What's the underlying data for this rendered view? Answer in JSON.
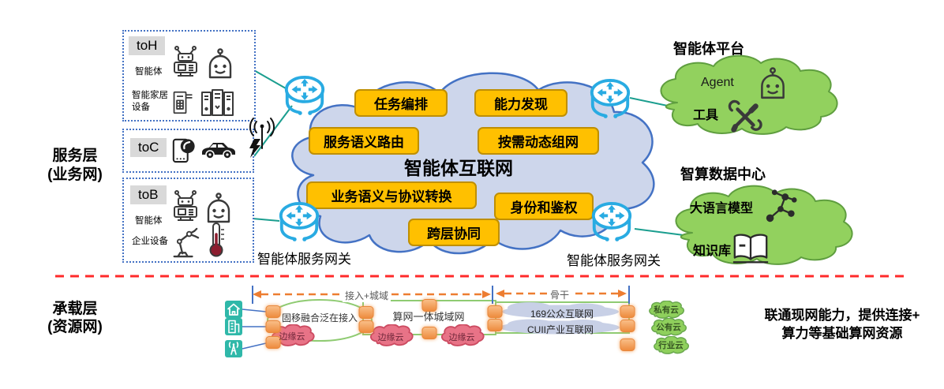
{
  "layers": {
    "service": {
      "title": "服务层",
      "subtitle": "(业务网)"
    },
    "bearer": {
      "title": "承载层",
      "subtitle": "(资源网)"
    }
  },
  "client_groups": [
    {
      "tag": "toH",
      "rows": [
        {
          "label": "智能体",
          "icons": [
            "mech-robot-icon",
            "robot-icon"
          ]
        },
        {
          "label": "智能家居设备",
          "icons": [
            "printer-icon",
            "server-icon"
          ]
        }
      ]
    },
    {
      "tag": "toC",
      "rows": [
        {
          "label": "",
          "icons": [
            "phone-chat-icon",
            "car-icon"
          ]
        }
      ]
    },
    {
      "tag": "toB",
      "rows": [
        {
          "label": "智能体",
          "icons": [
            "mech-robot-icon",
            "robot-icon"
          ]
        },
        {
          "label": "企业设备",
          "icons": [
            "robot-arm-icon",
            "thermometer-icon"
          ]
        }
      ]
    }
  ],
  "core_cloud": {
    "title": "智能体互联网",
    "capabilities": [
      "任务编排",
      "能力发现",
      "服务语义路由",
      "按需动态组网",
      "业务语义与协议转换",
      "身份和鉴权",
      "跨层协同"
    ]
  },
  "gateway_label": "智能体服务网关",
  "agent_platform": {
    "title": "智能体平台",
    "items": [
      {
        "label": "Agent",
        "icon": "robot-icon"
      },
      {
        "label": "工具",
        "icon": "tools-icon"
      }
    ]
  },
  "ai_datacenter": {
    "title": "智算数据中心",
    "items": [
      {
        "label": "大语言模型",
        "icon": "molecule-icon"
      },
      {
        "label": "知识库",
        "icon": "book-icon"
      }
    ]
  },
  "bearer_network": {
    "access_device_icons": [
      "home-icon",
      "building-icon",
      "tower-icon"
    ],
    "span_labels": [
      "接入+城域",
      "骨干"
    ],
    "access_network": "固移融合泛在接入",
    "metro_network": "算网一体城域网",
    "edge_clouds": [
      "边缘云",
      "边缘云",
      "边缘云"
    ],
    "backbone_networks": [
      "169公众互联网",
      "CUII产业互联网"
    ],
    "cloud_types": [
      "私有云",
      "公有云",
      "行业云"
    ]
  },
  "footer_note": {
    "line1": "联通现网能力，提供连接+",
    "line2": "算力等基础算网资源"
  },
  "colors": {
    "capability_bg": "#FFC000",
    "capability_border": "#BF8F00",
    "core_cloud_fill": "#CDD6EB",
    "core_cloud_border": "#4472C4",
    "green_cloud_fill": "#92D15E",
    "green_cloud_border": "#5F9E3F",
    "router_blue": "#29ABE2",
    "link_teal": "#1B9E8F",
    "divider_red": "#FF2A2A",
    "arrow_orange": "#ED7D31",
    "node_orange": "#ED8A3C",
    "edge_cloud_pink": "#E87387",
    "backbone_cloud_fill": "#C8D0E6",
    "device_icon_teal": "#2FB8A9",
    "tag_bg": "#D9D9D9",
    "client_border": "#4472C4"
  }
}
